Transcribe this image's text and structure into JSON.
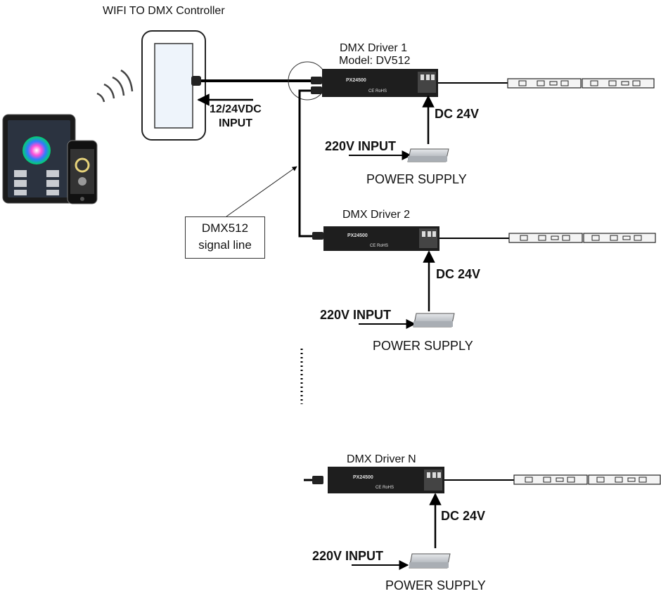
{
  "controller": {
    "title": "WIFI TO DMX Controller",
    "input_line1": "12/24VDC",
    "input_line2": "INPUT"
  },
  "signal_callout": {
    "line1": "DMX512",
    "line2": "signal line"
  },
  "drivers": [
    {
      "name": "DMX Driver 1",
      "model": "Model: DV512",
      "dc_label": "DC 24V",
      "input_label": "220V INPUT",
      "supply_label": "POWER SUPPLY",
      "device_text": "PX24500",
      "device_marks": "CE RoHS"
    },
    {
      "name": "DMX Driver 2",
      "dc_label": "DC 24V",
      "input_label": "220V INPUT",
      "supply_label": "POWER SUPPLY",
      "device_text": "PX24500",
      "device_marks": "CE RoHS"
    },
    {
      "name": "DMX Driver N",
      "dc_label": "DC 24V",
      "input_label": "220V INPUT",
      "supply_label": "POWER SUPPLY",
      "device_text": "PX24500",
      "device_marks": "CE RoHS"
    }
  ],
  "colors": {
    "line": "#000000",
    "device_body": "#1e1e1e",
    "strip_fill": "#f4f4f4",
    "supply_fill": "#c9cdd2",
    "tablet_screen": "#2b3340"
  }
}
